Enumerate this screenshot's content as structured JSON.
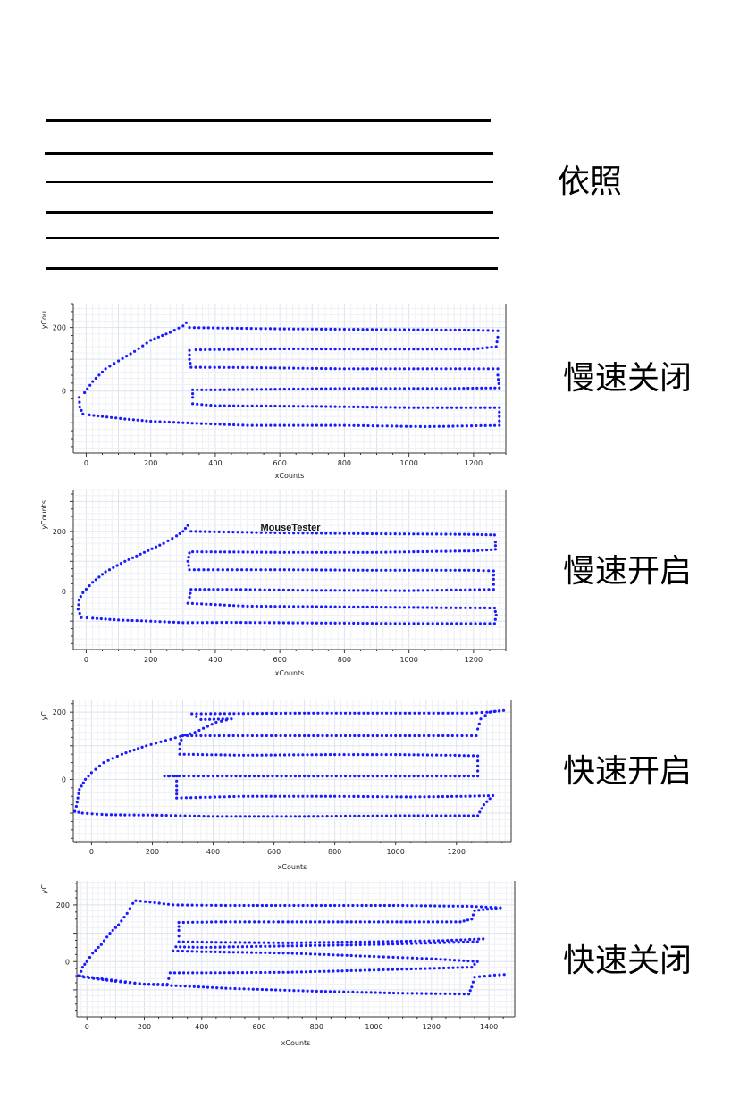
{
  "reference": {
    "label": "依照"
  },
  "chart_data": [
    {
      "type": "scatter",
      "label": "慢速关闭",
      "xlabel": "xCounts",
      "ylabel": "yCou",
      "overlay_title": "",
      "xlim": [
        -40,
        1300
      ],
      "ylim": [
        -195,
        275
      ],
      "xticks": [
        0,
        200,
        400,
        600,
        800,
        1000,
        1200
      ],
      "yticks": [
        -100,
        0,
        100,
        200
      ],
      "yticks_labeled": [
        0,
        200
      ],
      "grid": true,
      "color": "#1a1aff",
      "path": [
        [
          -5,
          -5
        ],
        [
          20,
          30
        ],
        [
          60,
          70
        ],
        [
          100,
          95
        ],
        [
          150,
          125
        ],
        [
          200,
          160
        ],
        [
          260,
          185
        ],
        [
          300,
          205
        ],
        [
          310,
          215
        ],
        [
          320,
          200
        ],
        [
          600,
          196
        ],
        [
          900,
          194
        ],
        [
          1200,
          192
        ],
        [
          1275,
          190
        ],
        [
          1275,
          170
        ],
        [
          1270,
          140
        ],
        [
          1200,
          132
        ],
        [
          900,
          132
        ],
        [
          600,
          133
        ],
        [
          340,
          130
        ],
        [
          320,
          128
        ],
        [
          320,
          100
        ],
        [
          325,
          75
        ],
        [
          500,
          74
        ],
        [
          800,
          70
        ],
        [
          1100,
          70
        ],
        [
          1275,
          70
        ],
        [
          1275,
          50
        ],
        [
          1280,
          10
        ],
        [
          1100,
          8
        ],
        [
          800,
          8
        ],
        [
          600,
          6
        ],
        [
          400,
          4
        ],
        [
          330,
          4
        ],
        [
          330,
          -20
        ],
        [
          330,
          -40
        ],
        [
          400,
          -46
        ],
        [
          700,
          -48
        ],
        [
          1000,
          -52
        ],
        [
          1280,
          -52
        ],
        [
          1280,
          -80
        ],
        [
          1280,
          -108
        ],
        [
          1050,
          -112
        ],
        [
          800,
          -108
        ],
        [
          500,
          -108
        ],
        [
          300,
          -100
        ],
        [
          200,
          -95
        ],
        [
          120,
          -88
        ],
        [
          50,
          -80
        ],
        [
          10,
          -75
        ],
        [
          -10,
          -72
        ],
        [
          -20,
          -50
        ],
        [
          -22,
          -20
        ],
        [
          -10,
          -5
        ]
      ]
    },
    {
      "type": "scatter",
      "label": "慢速开启",
      "xlabel": "xCounts",
      "ylabel": "yCounts",
      "overlay_title": "MouseTester",
      "xlim": [
        -40,
        1300
      ],
      "ylim": [
        -195,
        340
      ],
      "xticks": [
        0,
        200,
        400,
        600,
        800,
        1000,
        1200
      ],
      "yticks": [
        -100,
        0,
        100,
        200,
        300
      ],
      "yticks_labeled": [
        0,
        200
      ],
      "grid": true,
      "color": "#1a1aff",
      "path": [
        [
          -10,
          -5
        ],
        [
          20,
          30
        ],
        [
          60,
          65
        ],
        [
          120,
          100
        ],
        [
          180,
          130
        ],
        [
          240,
          160
        ],
        [
          280,
          185
        ],
        [
          300,
          200
        ],
        [
          315,
          220
        ],
        [
          325,
          200
        ],
        [
          600,
          195
        ],
        [
          900,
          192
        ],
        [
          1200,
          190
        ],
        [
          1265,
          188
        ],
        [
          1268,
          165
        ],
        [
          1268,
          140
        ],
        [
          1200,
          135
        ],
        [
          900,
          130
        ],
        [
          600,
          130
        ],
        [
          330,
          132
        ],
        [
          320,
          128
        ],
        [
          315,
          100
        ],
        [
          320,
          72
        ],
        [
          600,
          72
        ],
        [
          900,
          70
        ],
        [
          1200,
          70
        ],
        [
          1262,
          68
        ],
        [
          1262,
          40
        ],
        [
          1262,
          6
        ],
        [
          1000,
          2
        ],
        [
          700,
          3
        ],
        [
          450,
          6
        ],
        [
          325,
          6
        ],
        [
          320,
          -20
        ],
        [
          315,
          -40
        ],
        [
          500,
          -50
        ],
        [
          800,
          -52
        ],
        [
          1100,
          -55
        ],
        [
          1265,
          -56
        ],
        [
          1270,
          -80
        ],
        [
          1265,
          -108
        ],
        [
          1000,
          -108
        ],
        [
          700,
          -106
        ],
        [
          450,
          -104
        ],
        [
          300,
          -105
        ],
        [
          200,
          -100
        ],
        [
          100,
          -96
        ],
        [
          20,
          -90
        ],
        [
          -15,
          -88
        ],
        [
          -25,
          -60
        ],
        [
          -22,
          -30
        ],
        [
          -12,
          -5
        ]
      ]
    },
    {
      "type": "scatter",
      "label": "快速开启",
      "xlabel": "xCounts",
      "ylabel": "yC",
      "overlay_title": "",
      "xlim": [
        -60,
        1380
      ],
      "ylim": [
        -185,
        235
      ],
      "xticks": [
        0,
        200,
        400,
        600,
        800,
        1000,
        1200
      ],
      "yticks": [
        -100,
        0,
        100,
        200
      ],
      "yticks_labeled": [
        0,
        200
      ],
      "grid": true,
      "color": "#1a1aff",
      "path": [
        [
          -50,
          -80
        ],
        [
          -40,
          -30
        ],
        [
          -20,
          0
        ],
        [
          0,
          20
        ],
        [
          40,
          50
        ],
        [
          100,
          75
        ],
        [
          180,
          100
        ],
        [
          260,
          120
        ],
        [
          340,
          140
        ],
        [
          410,
          170
        ],
        [
          460,
          180
        ],
        [
          360,
          178
        ],
        [
          330,
          195
        ],
        [
          700,
          197
        ],
        [
          1000,
          197
        ],
        [
          1250,
          197
        ],
        [
          1300,
          200
        ],
        [
          1355,
          205
        ],
        [
          1310,
          200
        ],
        [
          1280,
          180
        ],
        [
          1270,
          150
        ],
        [
          1265,
          130
        ],
        [
          1000,
          130
        ],
        [
          700,
          130
        ],
        [
          420,
          130
        ],
        [
          300,
          130
        ],
        [
          290,
          105
        ],
        [
          290,
          75
        ],
        [
          500,
          72
        ],
        [
          800,
          74
        ],
        [
          1000,
          74
        ],
        [
          1180,
          72
        ],
        [
          1270,
          70
        ],
        [
          1270,
          40
        ],
        [
          1270,
          10
        ],
        [
          1000,
          10
        ],
        [
          700,
          10
        ],
        [
          400,
          10
        ],
        [
          240,
          10
        ],
        [
          280,
          10
        ],
        [
          280,
          -20
        ],
        [
          280,
          -55
        ],
        [
          500,
          -50
        ],
        [
          800,
          -50
        ],
        [
          1050,
          -52
        ],
        [
          1230,
          -50
        ],
        [
          1320,
          -48
        ],
        [
          1290,
          -75
        ],
        [
          1270,
          -108
        ],
        [
          1000,
          -108
        ],
        [
          700,
          -110
        ],
        [
          400,
          -110
        ],
        [
          200,
          -106
        ],
        [
          50,
          -105
        ],
        [
          -30,
          -100
        ],
        [
          -55,
          -95
        ],
        [
          -60,
          -80
        ]
      ]
    },
    {
      "type": "scatter",
      "label": "快速关闭",
      "xlabel": "xCounts",
      "ylabel": "yC",
      "overlay_title": "",
      "xlim": [
        -35,
        1490
      ],
      "ylim": [
        -195,
        285
      ],
      "xticks": [
        0,
        200,
        400,
        600,
        800,
        1000,
        1200,
        1400
      ],
      "yticks": [
        -100,
        0,
        100,
        200
      ],
      "yticks_labeled": [
        0,
        200
      ],
      "grid": true,
      "color": "#1a1aff",
      "path": [
        [
          -25,
          -50
        ],
        [
          -15,
          -20
        ],
        [
          0,
          0
        ],
        [
          20,
          30
        ],
        [
          50,
          60
        ],
        [
          80,
          100
        ],
        [
          110,
          130
        ],
        [
          140,
          170
        ],
        [
          160,
          205
        ],
        [
          170,
          215
        ],
        [
          220,
          210
        ],
        [
          300,
          200
        ],
        [
          500,
          198
        ],
        [
          800,
          198
        ],
        [
          1100,
          198
        ],
        [
          1340,
          195
        ],
        [
          1440,
          190
        ],
        [
          1350,
          180
        ],
        [
          1340,
          150
        ],
        [
          1300,
          140
        ],
        [
          1000,
          140
        ],
        [
          700,
          140
        ],
        [
          450,
          140
        ],
        [
          320,
          138
        ],
        [
          320,
          110
        ],
        [
          320,
          70
        ],
        [
          450,
          68
        ],
        [
          700,
          66
        ],
        [
          1000,
          70
        ],
        [
          1240,
          74
        ],
        [
          1380,
          80
        ],
        [
          1360,
          70
        ],
        [
          1000,
          60
        ],
        [
          700,
          55
        ],
        [
          400,
          50
        ],
        [
          310,
          52
        ],
        [
          300,
          38
        ],
        [
          400,
          35
        ],
        [
          700,
          30
        ],
        [
          1000,
          18
        ],
        [
          1200,
          10
        ],
        [
          1360,
          0
        ],
        [
          1340,
          -20
        ],
        [
          1000,
          -30
        ],
        [
          700,
          -38
        ],
        [
          400,
          -40
        ],
        [
          290,
          -40
        ],
        [
          285,
          -60
        ],
        [
          280,
          -80
        ],
        [
          200,
          -80
        ],
        [
          100,
          -70
        ],
        [
          40,
          -62
        ],
        [
          -10,
          -55
        ],
        [
          -30,
          -50
        ],
        [
          200,
          -80
        ],
        [
          500,
          -95
        ],
        [
          800,
          -105
        ],
        [
          1100,
          -112
        ],
        [
          1330,
          -115
        ],
        [
          1340,
          -90
        ],
        [
          1350,
          -55
        ],
        [
          1420,
          -48
        ],
        [
          1470,
          -45
        ]
      ]
    }
  ]
}
